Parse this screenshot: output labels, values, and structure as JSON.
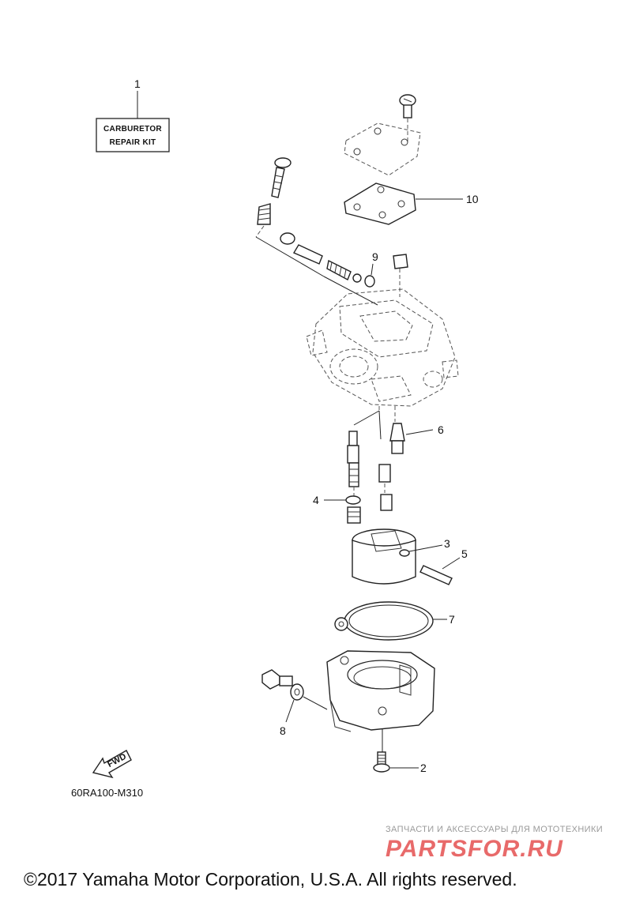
{
  "kit_label": {
    "line1": "CARBURETOR",
    "line2": "REPAIR KIT"
  },
  "callouts": [
    "1",
    "2",
    "3",
    "4",
    "5",
    "6",
    "7",
    "8",
    "9",
    "10"
  ],
  "fwd_label": "FWD",
  "figure_code": "60RA100-M310",
  "watermark": {
    "subtitle": "ЗАПЧАСТИ И АКСЕССУАРЫ ДЛЯ МОТОТЕХНИКИ",
    "logo": "PARTSFOR.RU"
  },
  "copyright": "©2017 Yamaha Motor Corporation, U.S.A. All rights reserved.",
  "colors": {
    "line": "#222222",
    "watermark": "#e86a6a"
  }
}
